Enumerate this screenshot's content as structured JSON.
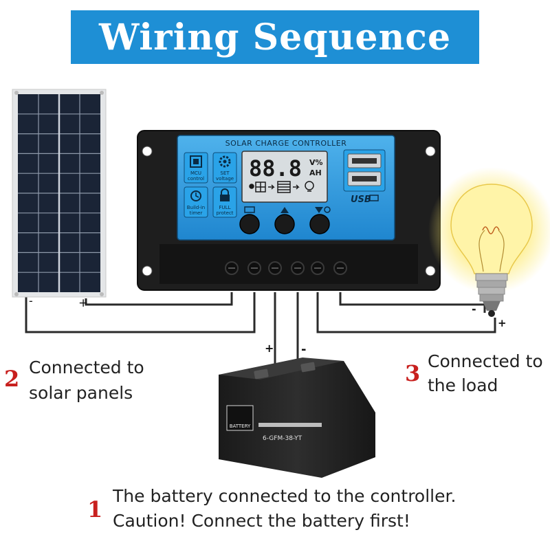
{
  "title": "Wiring Sequence",
  "colors": {
    "title_bg": "#1e8fd5",
    "title_text": "#ffffff",
    "step_number": "#c8201e",
    "caption_text": "#222222",
    "wire": "#2a2a2a",
    "controller_body": "#1e1e1e",
    "controller_face": "#2d9be0",
    "lcd": "#d8dde0",
    "bulb_glow": "#fde96b"
  },
  "controller": {
    "label": "SOLAR CHARGE CONTROLLER",
    "display": "88.8",
    "units_top": "V%",
    "units_bottom": "AH",
    "usb_label": "USB",
    "left_icons": [
      {
        "icon": "chip-icon",
        "line1": "MCU",
        "line2": "control"
      },
      {
        "icon": "gear-icon",
        "line1": "SET",
        "line2": "voltage"
      },
      {
        "icon": "clock-icon",
        "line1": "Build-in",
        "line2": "timer"
      },
      {
        "icon": "lock-icon",
        "line1": "FULL",
        "line2": "protect"
      }
    ]
  },
  "solar_panel": {
    "minus": "-",
    "plus": "+"
  },
  "battery": {
    "brand": "BATTERY",
    "model": "6-GFM-38-YT",
    "plus": "+",
    "minus": "-"
  },
  "load": {
    "minus": "-",
    "plus": "+"
  },
  "steps": [
    {
      "number": "2",
      "line1": "Connected to",
      "line2": "solar panels"
    },
    {
      "number": "3",
      "line1": "Connected to",
      "line2": "the load"
    },
    {
      "number": "1",
      "line1": "The battery connected to the controller.",
      "line2": "Caution! Connect the battery first!"
    }
  ]
}
